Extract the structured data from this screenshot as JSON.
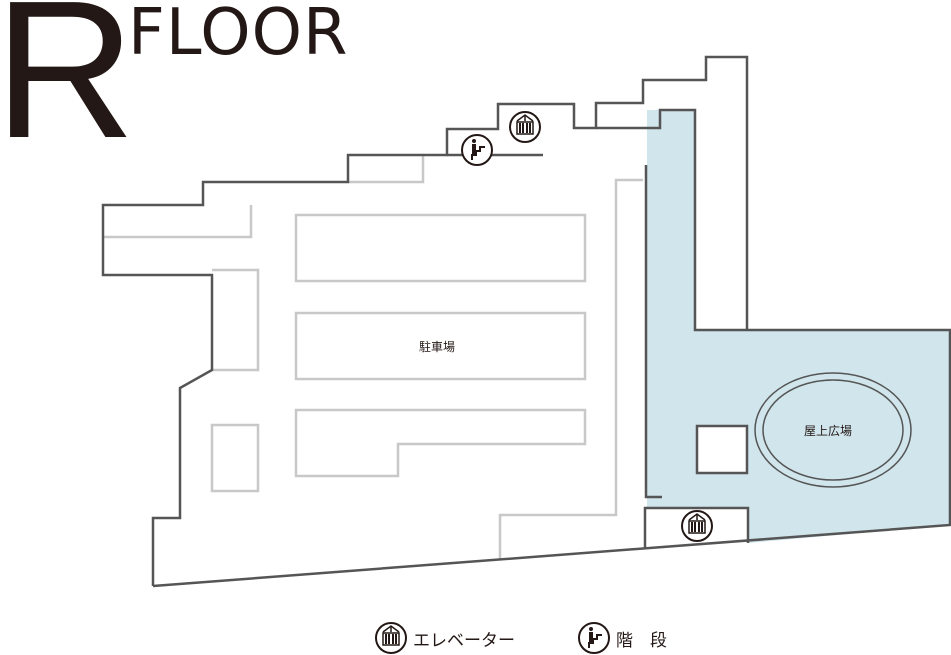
{
  "title": {
    "letter": "R",
    "word": "FLOOR"
  },
  "areas": {
    "parking": "駐車場",
    "rooftop_plaza": "屋上広場"
  },
  "legend": [
    {
      "icon": "elevator-icon",
      "label": "エレベーター"
    },
    {
      "icon": "stairs-icon",
      "label": "階　段"
    }
  ],
  "colors": {
    "outline": "#555555",
    "inner": "#c8c8c8",
    "plaza": "#d0e5ec",
    "text": "#231815"
  }
}
